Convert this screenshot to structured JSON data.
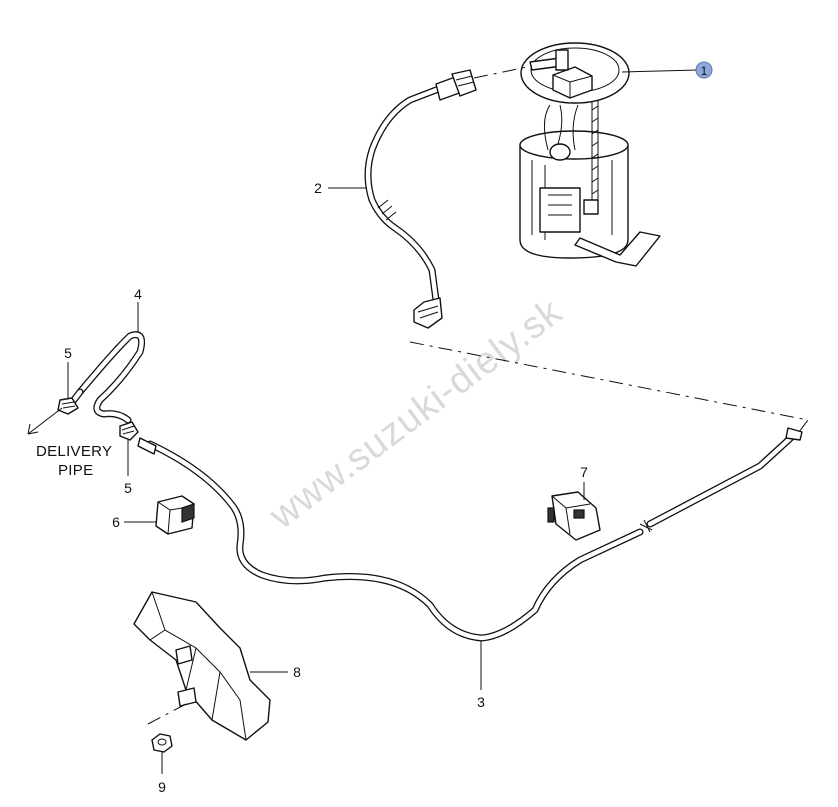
{
  "watermark": "www.suzuki-diely.sk",
  "delivery_label": {
    "line1": "DELIVERY",
    "line2": "PIPE"
  },
  "callouts": {
    "c1": "1",
    "c2": "2",
    "c3": "3",
    "c4": "4",
    "c5a": "5",
    "c5b": "5",
    "c6": "6",
    "c7": "7",
    "c8": "8",
    "c9": "9"
  },
  "colors": {
    "callout_highlight": "#8fa8d8",
    "line": "#111111",
    "watermark": "#d9d9d9"
  }
}
